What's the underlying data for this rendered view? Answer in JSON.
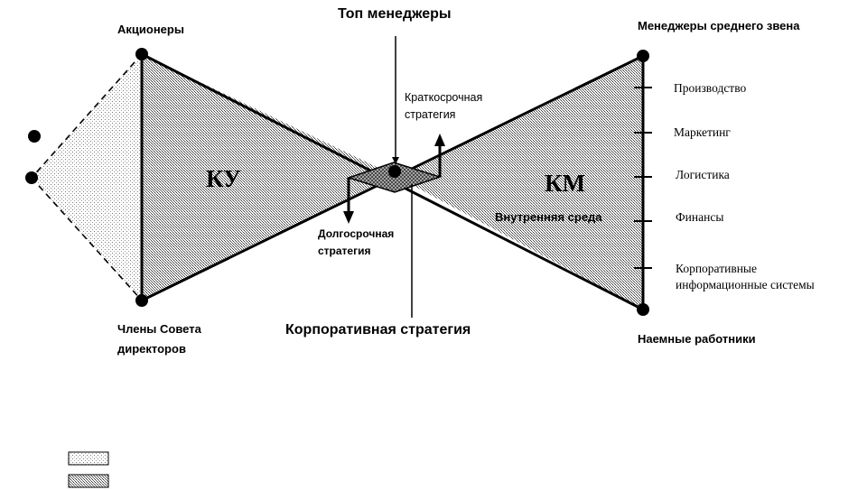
{
  "labels": {
    "top_managers": "Топ менеджеры",
    "shareholders": "Акционеры",
    "middle_managers": "Менеджеры среднего звена",
    "board_line1": "Члены Совета",
    "board_line2": "директоров",
    "employees": "Наемные работники",
    "corporate_strategy": "Корпоративная стратегия",
    "short_term_line1": "Краткосрочная",
    "short_term_line2": "стратегия",
    "long_term_line1": "Долгосрочная",
    "long_term_line2": "стратегия",
    "ku": "КУ",
    "km": "КМ",
    "internal_env": "Внутренняя среда"
  },
  "functions": [
    "Производство",
    "Маркетинг",
    "Логистика",
    "Финансы",
    "Корпоративные",
    "информационные системы"
  ],
  "colors": {
    "line": "#000000",
    "fill_light": "#f2f2f2",
    "fill_dense": "#e6e6e6",
    "diamond": "#9a9a9a"
  }
}
